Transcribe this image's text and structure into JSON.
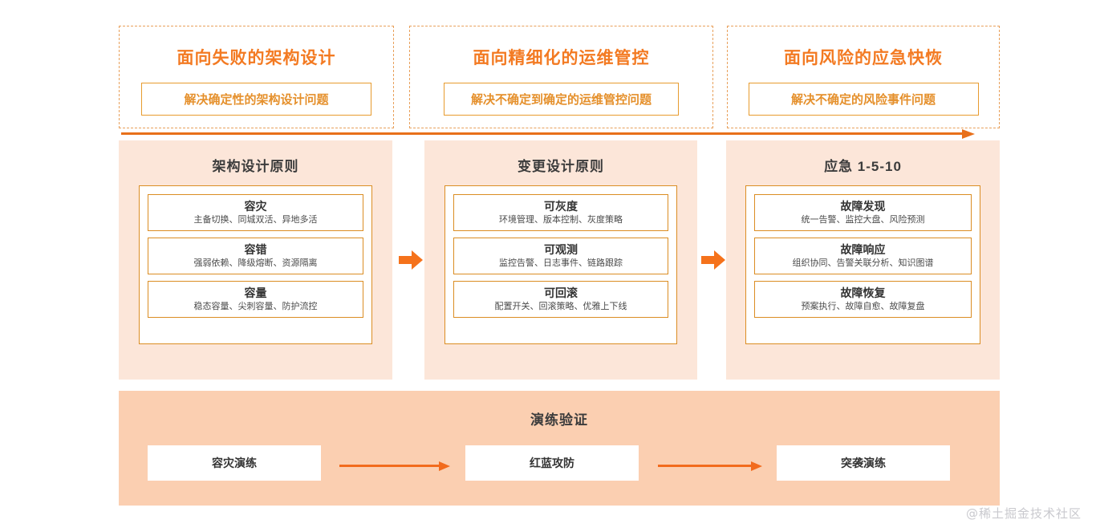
{
  "top_sections": [
    {
      "title": "面向失败的架构设计",
      "subtitle": "解决确定性的架构设计问题"
    },
    {
      "title": "面向精细化的运维管控",
      "subtitle": "解决不确定到确定的运维管控问题"
    },
    {
      "title": "面向风险的应急快恢",
      "subtitle": "解决不确定的风险事件问题"
    }
  ],
  "panels": [
    {
      "title": "架构设计原则",
      "cards": [
        {
          "name": "容灾",
          "desc": "主备切换、同城双活、异地多活"
        },
        {
          "name": "容错",
          "desc": "强弱依赖、降级熔断、资源隔离"
        },
        {
          "name": "容量",
          "desc": "稳态容量、尖刺容量、防护流控"
        }
      ]
    },
    {
      "title": "变更设计原则",
      "cards": [
        {
          "name": "可灰度",
          "desc": "环境管理、版本控制、灰度策略"
        },
        {
          "name": "可观测",
          "desc": "监控告警、日志事件、链路跟踪"
        },
        {
          "name": "可回滚",
          "desc": "配置开关、回滚策略、优雅上下线"
        }
      ]
    },
    {
      "title": "应急 1-5-10",
      "cards": [
        {
          "name": "故障发现",
          "desc": "统一告警、监控大盘、风险预测"
        },
        {
          "name": "故障响应",
          "desc": "组织协同、告警关联分析、知识图谱"
        },
        {
          "name": "故障恢复",
          "desc": "预案执行、故障自愈、故障复盘"
        }
      ]
    }
  ],
  "bottom": {
    "title": "演练验证",
    "steps": [
      {
        "label": "容灾演练"
      },
      {
        "label": "红蓝攻防"
      },
      {
        "label": "突袭演练"
      }
    ]
  },
  "watermark": "@稀土掘金技术社区",
  "colors": {
    "accent_orange": "#F37A22",
    "arrow_orange": "#E8701A",
    "card_border": "#DB8D23",
    "panel_bg": "#FCE6D9",
    "bottom_bg": "#FBCFB1",
    "dashed_border": "#E8A05B",
    "title_text": "#3C3C3C"
  }
}
